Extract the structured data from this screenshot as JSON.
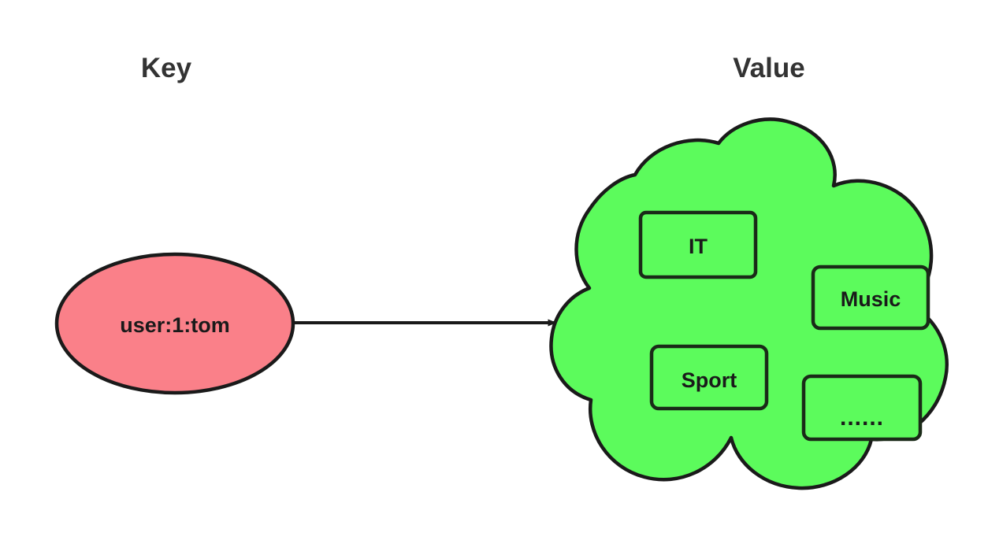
{
  "diagram": {
    "type": "key-value-mapping",
    "background_color": "#ffffff",
    "columns": [
      {
        "id": "key",
        "title": "Key"
      },
      {
        "id": "value",
        "title": "Value"
      }
    ],
    "key_node": {
      "label": "user:1:tom",
      "shape": "ellipse",
      "fill": "#fa8089",
      "stroke": "#1a1a1a",
      "text_color": "#1a1a1a"
    },
    "connector": {
      "kind": "arrow",
      "direction": "key-to-value",
      "color": "#1a1a1a"
    },
    "value_node": {
      "shape": "cloud",
      "fill": "#5cfb5c",
      "stroke": "#1a1a1a",
      "items": [
        {
          "label": "IT"
        },
        {
          "label": "Music"
        },
        {
          "label": "Sport"
        },
        {
          "label": "......"
        }
      ]
    }
  }
}
